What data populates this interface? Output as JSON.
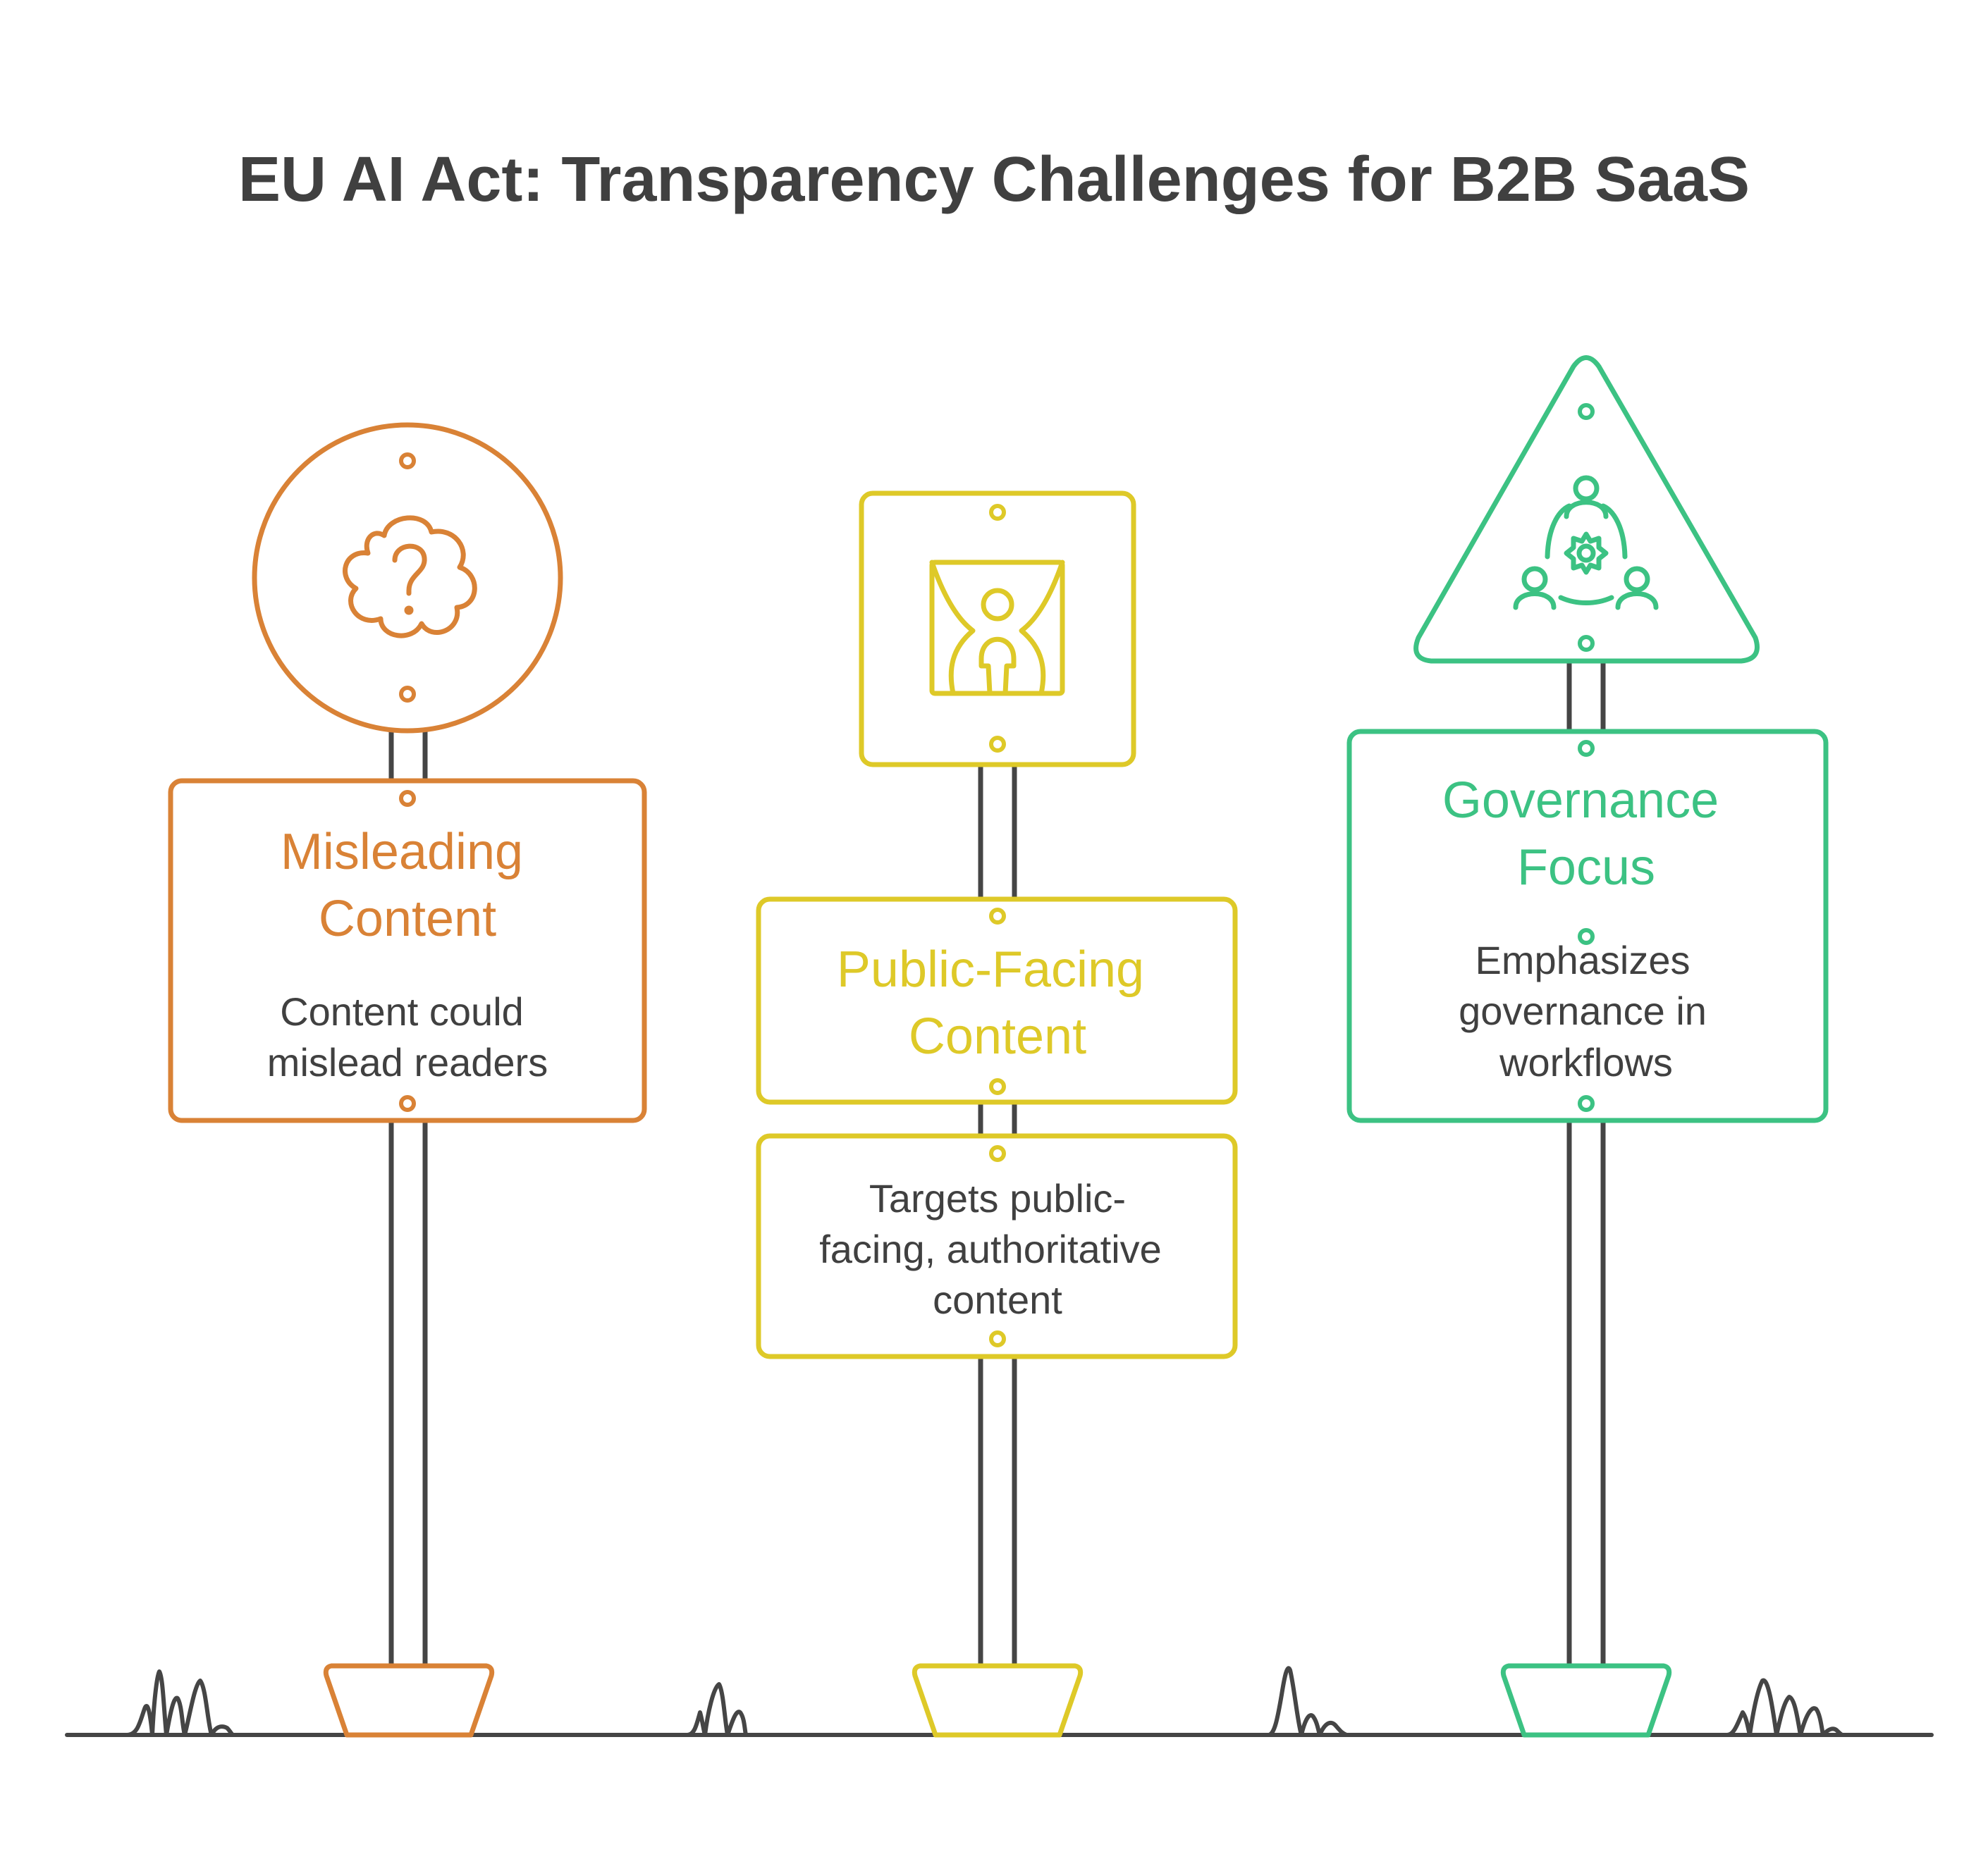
{
  "title": "EU AI Act: Transparency Challenges for B2B SaaS",
  "colors": {
    "text": "#404040",
    "pole": "#454545",
    "orange": "#D98236",
    "yellow": "#DEC928",
    "green": "#3CC283"
  },
  "signs": [
    {
      "id": "misleading",
      "color": "#D98236",
      "icon": "question-cloud-icon",
      "heading": [
        "Misleading",
        "Content"
      ],
      "body": [
        "Content could",
        "mislead readers"
      ]
    },
    {
      "id": "public",
      "color": "#DEC928",
      "icon": "stage-curtain-person-icon",
      "heading": [
        "Public-Facing",
        "Content"
      ],
      "body": [
        "Targets public-",
        "facing, authoritative",
        "content"
      ]
    },
    {
      "id": "governance",
      "color": "#3CC283",
      "icon": "team-gear-icon",
      "heading": [
        "Governance",
        "Focus"
      ],
      "body": [
        "Emphasizes",
        "governance in",
        "workflows"
      ]
    }
  ]
}
